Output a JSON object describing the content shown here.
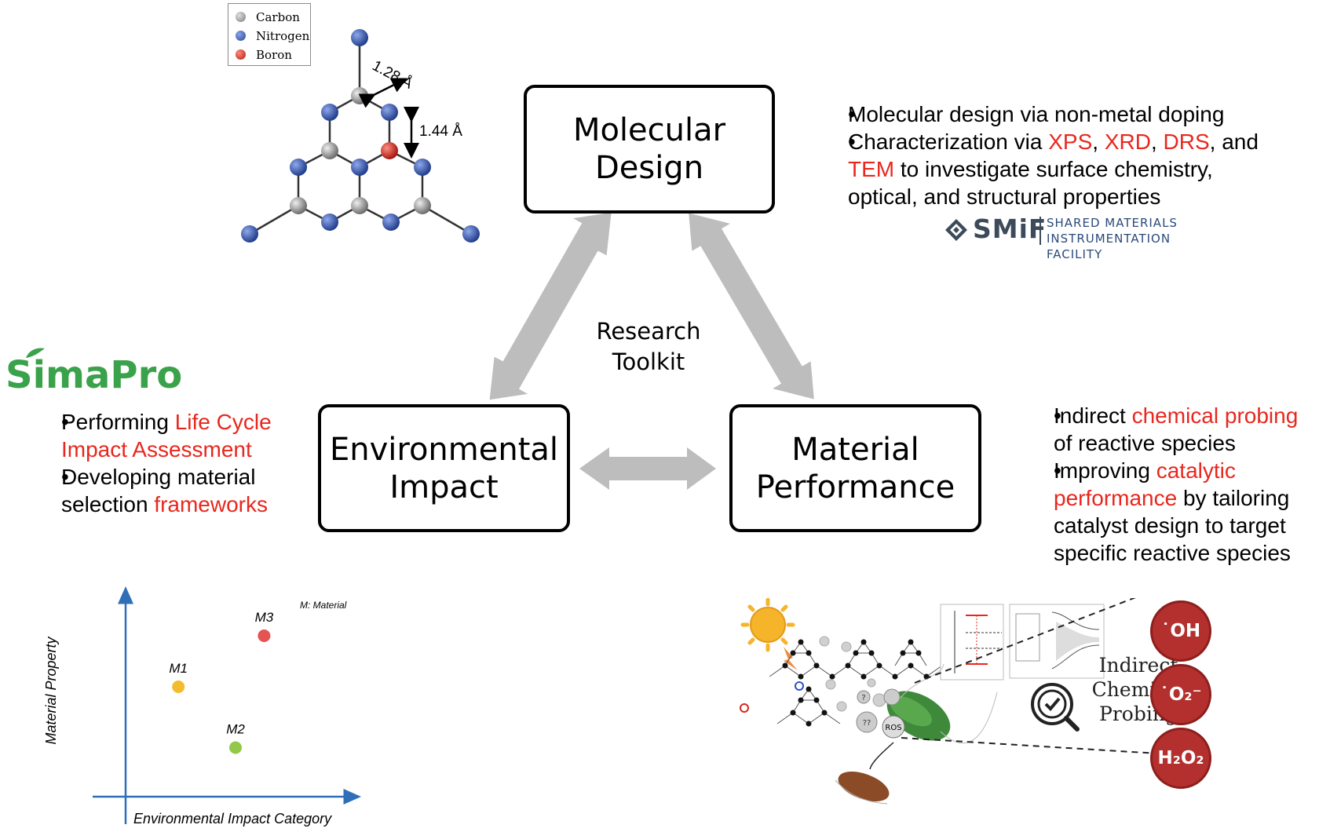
{
  "legend": {
    "items": [
      {
        "label": "Carbon",
        "color": "#8a8a8a"
      },
      {
        "label": "Nitrogen",
        "color": "#2f4fa8"
      },
      {
        "label": "Boron",
        "color": "#d42a1e"
      }
    ]
  },
  "molecule": {
    "bond1": "1.28 Å",
    "bond2": "1.44 Å"
  },
  "boxes": {
    "molecular": {
      "line1": "Molecular",
      "line2": "Design"
    },
    "environmental": {
      "line1": "Environmental",
      "line2": "Impact"
    },
    "material": {
      "line1": "Material",
      "line2": "Performance"
    }
  },
  "center": {
    "line1": "Research",
    "line2": "Toolkit"
  },
  "molecular_bullets": {
    "b1": "Molecular design via non-metal doping",
    "b2_pre": "Characterization via ",
    "b2_xps": "XPS",
    "b2_comma1": ", ",
    "b2_xrd": "XRD",
    "b2_comma2": ", ",
    "b2_drs": "DRS",
    "b2_and": ", and",
    "b2_tem": "TEM",
    "b2_rest1": " to investigate surface chemistry,",
    "b2_rest2": "optical, and structural properties"
  },
  "smif": {
    "word": "SMiF",
    "line1": "SHARED MATERIALS",
    "line2": "INSTRUMENTATION FACILITY"
  },
  "simapro": {
    "logo": "SimaPro"
  },
  "env_bullets": {
    "b1_pre": "Performing ",
    "b1_red1": "Life Cycle",
    "b1_red2": "Impact Assessment",
    "b2_l1": "Developing material",
    "b2_pre": "selection ",
    "b2_red": "frameworks"
  },
  "perf_bullets": {
    "b1_pre": "Indirect ",
    "b1_red": "chemical probing",
    "b1_l2": "of reactive species",
    "b2_pre": "Improving ",
    "b2_red1": "catalytic",
    "b2_red2": "performance",
    "b2_rest": " by tailoring",
    "b2_l3": "catalyst design to target",
    "b2_l4": "specific reactive species"
  },
  "scatter": {
    "note": "M: Material",
    "xlabel": "Environmental Impact Category",
    "ylabel": "Material Property"
  },
  "chart_data": {
    "type": "scatter",
    "xlabel": "Environmental Impact Category",
    "ylabel": "Material Property",
    "note": "M: Material",
    "points": [
      {
        "label": "M1",
        "x": 0.24,
        "y": 0.56,
        "color": "#f2bd2c"
      },
      {
        "label": "M2",
        "x": 0.5,
        "y": 0.25,
        "color": "#93c84a"
      },
      {
        "label": "M3",
        "x": 0.63,
        "y": 0.82,
        "color": "#e65353"
      }
    ]
  },
  "probing": {
    "line1": "Indirect",
    "line2": "Chemical",
    "line3": "Probing",
    "species": [
      "˙OH",
      "˙O₂⁻",
      "H₂O₂"
    ]
  },
  "illustration": {
    "ros_label": "ROS",
    "q1": "?",
    "q2": "??"
  }
}
